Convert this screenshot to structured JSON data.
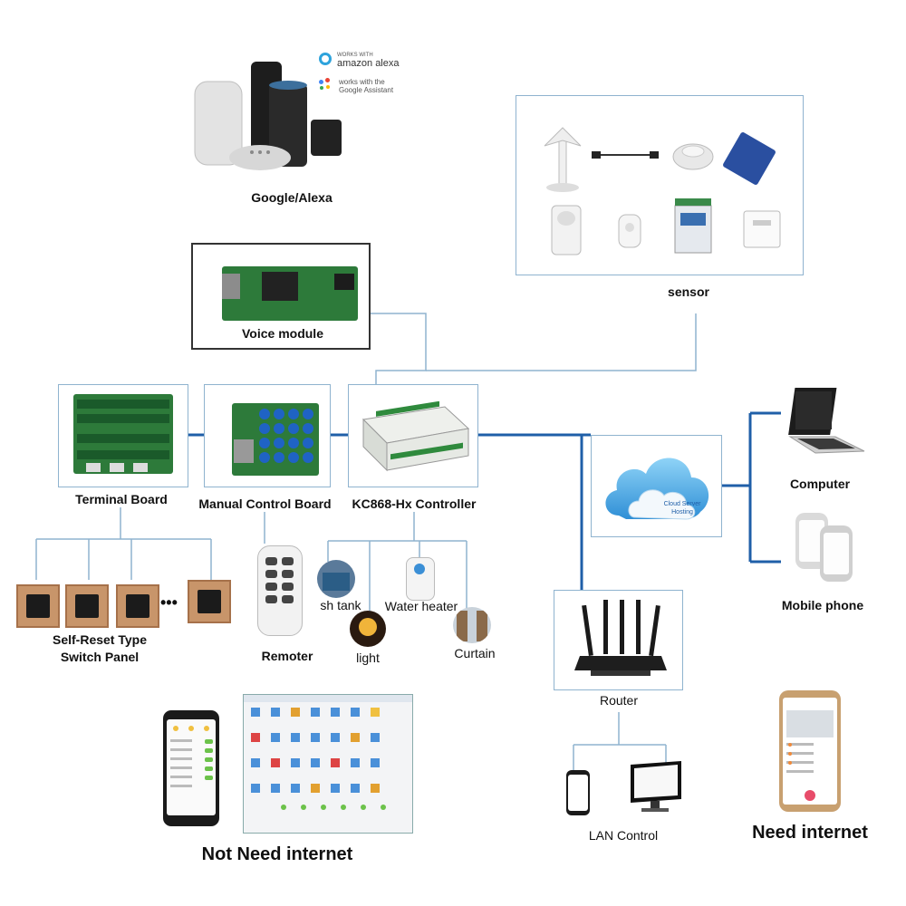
{
  "labels": {
    "google_alexa": "Google/Alexa",
    "voice_module": "Voice module",
    "sensor": "sensor",
    "terminal_board": "Terminal Board",
    "manual_control_board": "Manual Control Board",
    "controller": "KC868-Hx Controller",
    "computer": "Computer",
    "mobile_phone": "Mobile phone",
    "switch_panel_line1": "Self-Reset Type",
    "switch_panel_line2": "Switch Panel",
    "ellipsis": "•••",
    "remoter": "Remoter",
    "fish_tank": "sh tank",
    "water_heater": "Water heater",
    "light": "light",
    "curtain": "Curtain",
    "router": "Router",
    "lan_control": "LAN Control",
    "not_need_internet": "Not Need internet",
    "need_internet": "Need internet"
  },
  "logos": {
    "alexa_small": "WORKS WITH",
    "alexa": "amazon alexa",
    "google_line1": "works with the",
    "google_line2": "Google Assistant"
  },
  "cloud": {
    "line1": "Cloud Server",
    "line2": "Hosting"
  },
  "colors": {
    "bus": "#1f5fa8",
    "thin": "#8fb3cf",
    "cloud": "#5ab4e8",
    "panel": "#c8956a",
    "pcb": "#2d7a3a"
  }
}
